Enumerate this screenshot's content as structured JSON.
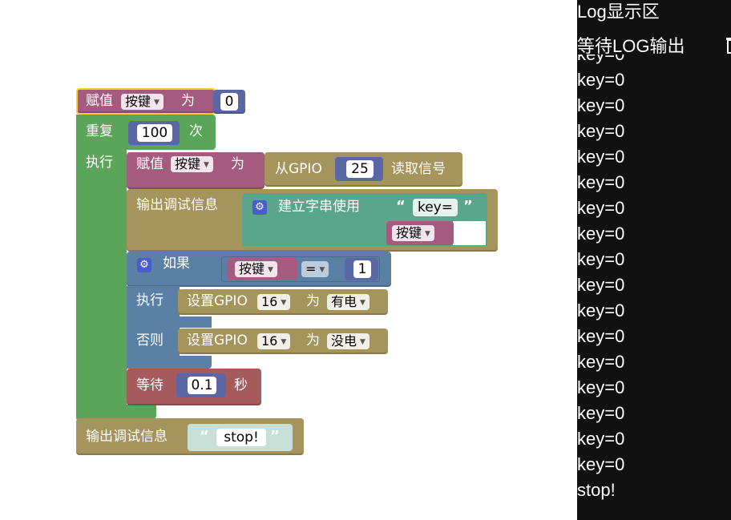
{
  "colors": {
    "variable": "#a55b80",
    "loop": "#5ba55b",
    "math": "#5b67a5",
    "text": "#a5945b",
    "text_literal": "#5ba58c",
    "logic": "#5b80a5",
    "wait": "#a55b5b",
    "selected_outline": "#fc3",
    "log_bg": "#111111"
  },
  "blocks": {
    "assign1": {
      "label_set": "赋值",
      "var": "按键",
      "label_to": "为",
      "value": "0"
    },
    "repeat": {
      "label": "重复",
      "count": "100",
      "label_times": "次",
      "label_do": "执行"
    },
    "assign2": {
      "label_set": "赋值",
      "var": "按键",
      "label_to": "为"
    },
    "gpio_read": {
      "label_from": "从GPIO",
      "pin": "25",
      "label_read": "读取信号"
    },
    "print1": {
      "label": "输出调试信息"
    },
    "join": {
      "label": "建立字串使用",
      "text": "key=",
      "var": "按键"
    },
    "if": {
      "label_if": "如果",
      "label_do": "执行",
      "label_else": "否则"
    },
    "compare": {
      "var": "按键",
      "op": "=",
      "value": "1"
    },
    "set_gpio1": {
      "label": "设置GPIO",
      "pin": "16",
      "label_to": "为",
      "state": "有电"
    },
    "set_gpio2": {
      "label": "设置GPIO",
      "pin": "16",
      "label_to": "为",
      "state": "没电"
    },
    "wait": {
      "label": "等待",
      "seconds": "0.1",
      "label_unit": "秒"
    },
    "print2": {
      "label": "输出调试信息",
      "text": "stop!"
    }
  },
  "log": {
    "title": "Log显示区",
    "status": "等待LOG输出",
    "lines": [
      "key=0",
      "key=0",
      "key=0",
      "key=0",
      "key=0",
      "key=0",
      "key=0",
      "key=0",
      "key=0",
      "key=0",
      "key=0",
      "key=0",
      "key=0",
      "key=0",
      "key=0",
      "key=0",
      "key=0",
      "stop!"
    ]
  }
}
